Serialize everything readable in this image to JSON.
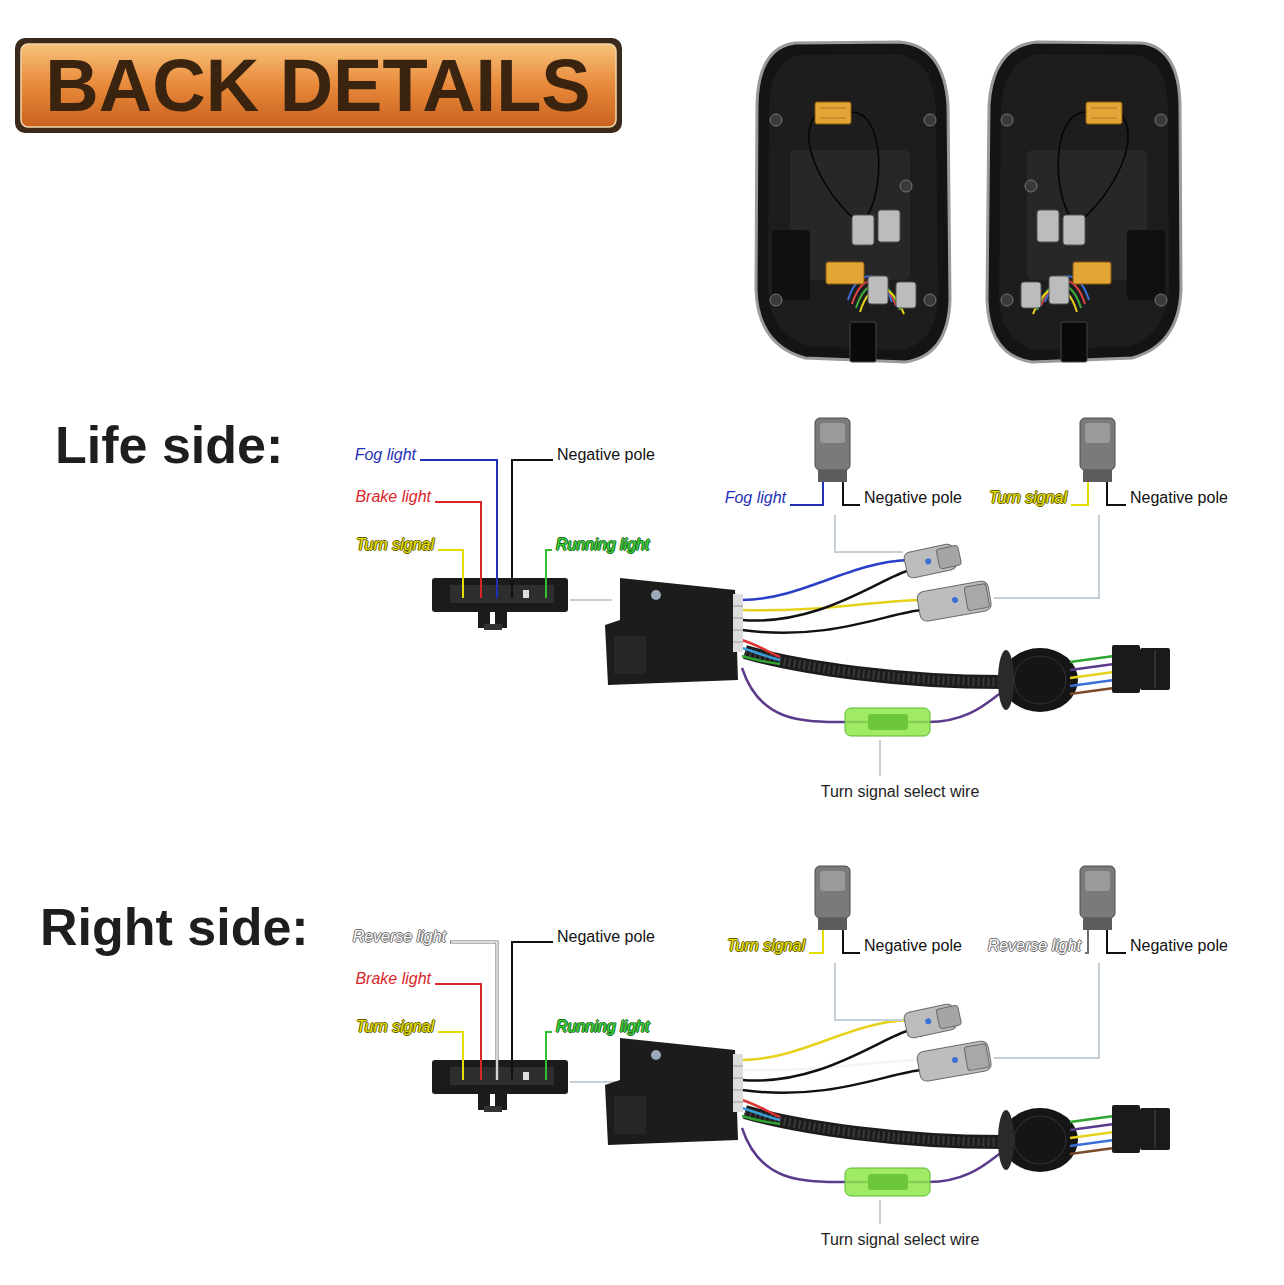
{
  "diagram": {
    "title": "BACK DETAILS",
    "labels": [
      "Life side:",
      "Fog light",
      "Negative pole",
      "Brake light",
      "Turn signal",
      "Running light",
      "Fog light",
      "Negative pole",
      "Turn signal",
      "Negative pole",
      "Turn signal select wire",
      "Right side:",
      "Reverse light",
      "Negative pole",
      "Brake light",
      "Turn signal",
      "Running light",
      "Turn signal",
      "Negative pole",
      "Reverse light",
      "Negative pole",
      "Turn signal select wire"
    ]
  }
}
